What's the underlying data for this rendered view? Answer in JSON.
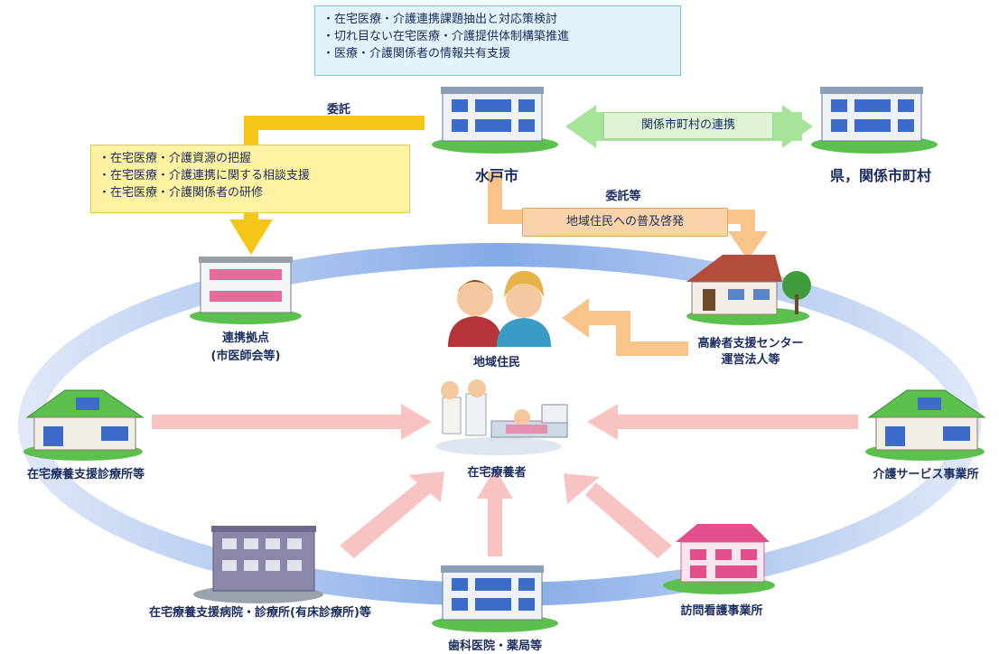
{
  "top_box": {
    "items": [
      "・在宅医療・介護連携課題抽出と対応策検討",
      "・切れ目ない在宅医療・介護提供体制構築推進",
      "・医療・介護関係者の情報共有支援"
    ]
  },
  "left_box": {
    "items": [
      "・在宅医療・介護資源の把握",
      "・在宅医療・介護連携に関する相談支援",
      "・在宅医療・介護関係者の研修"
    ]
  },
  "labels": {
    "entrust": "委託",
    "entrust_etc": "委託等",
    "mito": "水戸市",
    "pref": "県，関係市町村",
    "cooperation": "関係市町村の連携",
    "outreach": "地域住民への普及啓発",
    "hub_line1": "連携拠点",
    "hub_line2": "(市医師会等)",
    "residents": "地域住民",
    "support_center_line1": "高齢者支援センター",
    "support_center_line2": "運営法人等",
    "home_clinic": "在宅療養支援診療所等",
    "care_service": "介護サービス事業所",
    "patient": "在宅療養者",
    "hospital": "在宅療養支援病院・診療所(有床診療所)等",
    "nursing": "訪問看護事業所",
    "dental": "歯科医院・薬局等"
  },
  "colors": {
    "ellipse": "#8fb4ea",
    "arrow_pink": "#f7c3c3",
    "arrow_yellow": "#f5c518",
    "arrow_orange": "#f8c48a",
    "arrow_green": "#a8e39a",
    "text": "#1b2d5e"
  }
}
